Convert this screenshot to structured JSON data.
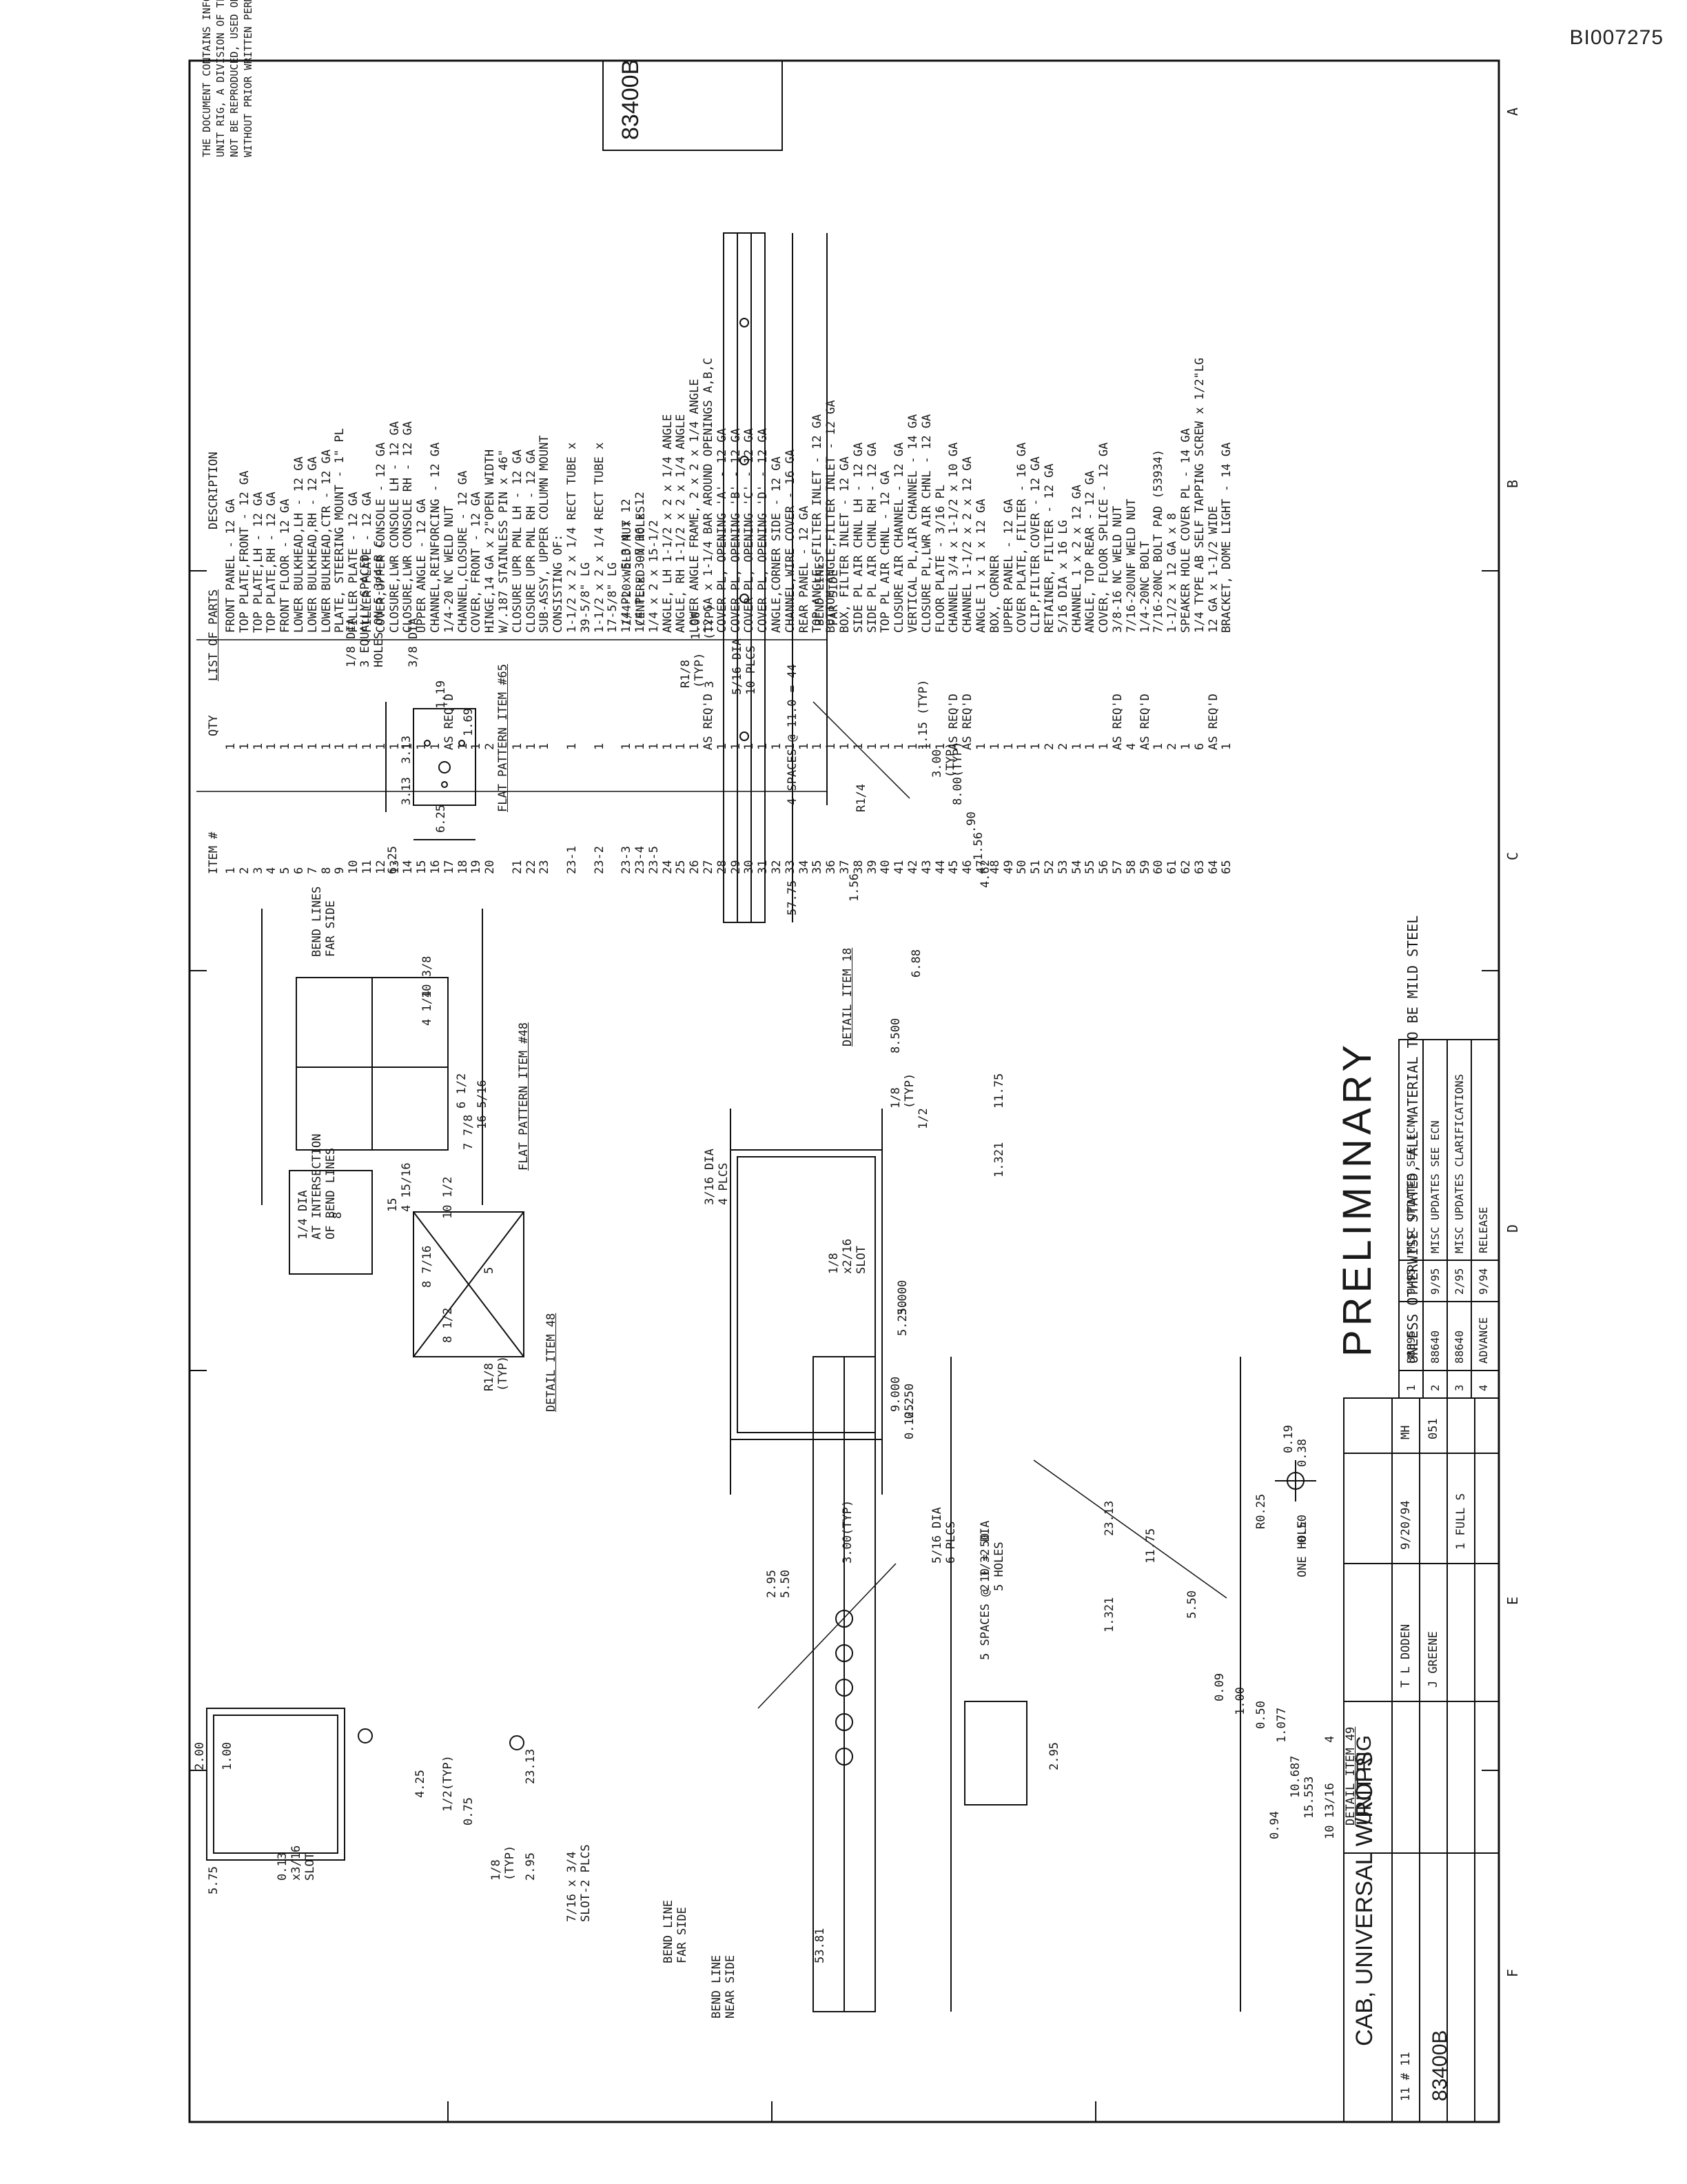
{
  "doc_id": "BI007275",
  "proprietary_notice": [
    "THE DOCUMENT CONTAINS INFORMATION PROPRIETARY TO",
    "UNIT RIG, A DIVISION OF TEREX CORPORATION. IT SHALL",
    "NOT BE REPRODUCED, USED OR DISCLOSED TO ANYONE",
    "WITHOUT PRIOR WRITTEN PERMISSION OF UNIT RIG"
  ],
  "drawing_number_box": "83400B",
  "parts_list": {
    "title": "LIST OF PARTS",
    "col_item": "ITEM #",
    "col_qty": "QTY",
    "col_desc": "DESCRIPTION",
    "rows": [
      [
        "1",
        "1",
        "FRONT PANEL - 12 GA"
      ],
      [
        "2",
        "1",
        "TOP PLATE,FRONT - 12 GA"
      ],
      [
        "3",
        "1",
        "TOP PLATE,LH - 12 GA"
      ],
      [
        "4",
        "1",
        "TOP PLATE,RH - 12 GA"
      ],
      [
        "5",
        "1",
        "FRONT FLOOR - 12 GA"
      ],
      [
        "6",
        "1",
        "LOWER BULKHEAD,LH - 12 GA"
      ],
      [
        "7",
        "1",
        "LOWER BULKHEAD,RH - 12 GA"
      ],
      [
        "8",
        "1",
        "LOWER BULKHEAD,CTR - 12 GA"
      ],
      [
        "9",
        "1",
        "PLATE, STEERING MOUNT - 1\" PL"
      ],
      [
        "10",
        "1",
        "FILLER PLATE - 12 GA"
      ],
      [
        "11",
        "1",
        "FILLER PLATE - 12 GA"
      ],
      [
        "12",
        "1",
        "COVER,UPPER CONSOLE - 12 GA"
      ],
      [
        "13",
        "1",
        "CLOSURE,LWR CONSOLE LH - 12 GA"
      ],
      [
        "14",
        "1",
        "CLOSURE,LWR CONSOLE RH - 12 GA"
      ],
      [
        "15",
        "1",
        "UPPER ANGLE - 12 GA"
      ],
      [
        "16",
        "1",
        "CHANNEL,REINFORCING - 12 GA"
      ],
      [
        "17",
        "AS REQ'D",
        "1/4-20 NC WELD NUT"
      ],
      [
        "18",
        "1",
        "CHANNEL,CLOSURE - 12 GA"
      ],
      [
        "19",
        "1",
        "COVER, FRONT - 12 GA"
      ],
      [
        "20",
        "2",
        "HINGE,14 GA x 2\"OPEN WIDTH"
      ],
      [
        "",
        "",
        "W/.187 STAINLESS PIN x 46\""
      ],
      [
        "21",
        "1",
        "CLOSURE UPR PNL LH - 12 GA"
      ],
      [
        "22",
        "1",
        "CLOSURE UPR PNL RH - 12 GA"
      ],
      [
        "23",
        "1",
        "SUB-ASSY, UPPER COLUMN MOUNT"
      ],
      [
        "",
        "",
        "CONSISTING OF:"
      ],
      [
        "23-1",
        "1",
        "1-1/2 x 2 x 1/4 RECT TUBE x"
      ],
      [
        "",
        "",
        "39-5/8\" LG"
      ],
      [
        "23-2",
        "1",
        "1-1/2 x 2 x 1/4 RECT TUBE x"
      ],
      [
        "",
        "",
        "17-5/8\" LG"
      ],
      [
        "23-3",
        "1",
        "1/4 PL x 5-3/4 x 12"
      ],
      [
        "23-4",
        "1",
        "1/4 PL x 3-7/16 x 12"
      ],
      [
        "23-5",
        "1",
        "1/4 x 2 x 15-1/2"
      ],
      [
        "24",
        "1",
        "ANGLE, LH 1-1/2 x 2 x 1/4 ANGLE"
      ],
      [
        "25",
        "1",
        "ANGLE, RH 1-1/2 x 2 x 1/4 ANGLE"
      ],
      [
        "26",
        "1",
        "LOWER ANGLE FRAME, 2 x 2 x 1/4 ANGLE"
      ],
      [
        "27",
        "AS REQ'D",
        "12 GA x 1-1/4 BAR AROUND OPENINGS A,B,C"
      ],
      [
        "28",
        "1",
        "COVER PL, OPENING 'A' - 12 GA"
      ],
      [
        "29",
        "1",
        "COVER PL, OPENING 'B' - 12 GA"
      ],
      [
        "30",
        "1",
        "COVER PL, OPENING 'C' - 12 GA"
      ],
      [
        "31",
        "1",
        "COVER PL, OPENING 'D' - 12 GA"
      ],
      [
        "32",
        "1",
        "ANGLE,CORNER SIDE - 12 GA"
      ],
      [
        "33",
        "1",
        "CHANNEL,WIRE COVER - 16 GA"
      ],
      [
        "34",
        "1",
        "REAR PANEL - 12 GA"
      ],
      [
        "35",
        "1",
        "TOP ANGLE, FILTER INLET - 12 GA"
      ],
      [
        "36",
        "1",
        "BOTTOM ANGLE,FILTER INLET - 12 GA"
      ],
      [
        "37",
        "1",
        "BOX, FILTER INLET - 12 GA"
      ],
      [
        "38",
        "1",
        "SIDE PL AIR CHNL LH - 12 GA"
      ],
      [
        "39",
        "1",
        "SIDE PL AIR CHNL RH - 12 GA"
      ],
      [
        "40",
        "1",
        "TOP PL AIR CHNL - 12 GA"
      ],
      [
        "41",
        "1",
        "CLOSURE AIR CHANNEL - 12 GA"
      ],
      [
        "42",
        "1",
        "VERTICAL PL,AIR CHANNEL - 14 GA"
      ],
      [
        "43",
        "1",
        "CLOSURE PL,LWR AIR CHNL - 12 GA"
      ],
      [
        "44",
        "1",
        "FLOOR PLATE - 3/16 PL"
      ],
      [
        "45",
        "AS REQ'D",
        "CHANNEL 3/4 x 1-1/2 x 10 GA"
      ],
      [
        "46",
        "AS REQ'D",
        "CHANNEL 1-1/2 x 2 x 12 GA"
      ],
      [
        "47",
        "1",
        "ANGLE 1 x 1 x 12 GA"
      ],
      [
        "48",
        "1",
        "BOX, CORNER"
      ],
      [
        "49",
        "1",
        "UPPER PANEL - 12 GA"
      ],
      [
        "50",
        "1",
        "COVER PLATE, FILTER - 16 GA"
      ],
      [
        "51",
        "1",
        "CLIP,FILTER COVER - 12 GA"
      ],
      [
        "52",
        "2",
        "RETAINER, FILTER - 12 GA"
      ],
      [
        "53",
        "2",
        "5/16 DIA x 16 LG"
      ],
      [
        "54",
        "1",
        "CHANNEL 1 x 2 x 12 GA"
      ],
      [
        "55",
        "1",
        "ANGLE, TOP REAR - 12 GA"
      ],
      [
        "56",
        "1",
        "COVER, FLOOR SPLICE - 12 GA"
      ],
      [
        "57",
        "AS REQ'D",
        "3/8-16 NC WELD NUT"
      ],
      [
        "58",
        "4",
        "7/16-20UNF WELD NUT"
      ],
      [
        "59",
        "AS REQ'D",
        "1/4-20NC BOLT"
      ],
      [
        "60",
        "1",
        "7/16-20NC BOLT PAD (53934)"
      ],
      [
        "61",
        "2",
        "1-1/2 x 12 GA x 8"
      ],
      [
        "62",
        "1",
        "SPEAKER HOLE COVER PL - 14 GA"
      ],
      [
        "63",
        "6",
        "1/4 TYPE AB SELF TAPPING SCREW x 1/2\"LG"
      ],
      [
        "64",
        "AS REQ'D",
        "12 GA x 1-1/2 WIDE"
      ],
      [
        "65",
        "1",
        "BRACKET, DOME LIGHT - 14 GA"
      ]
    ]
  },
  "preliminary_stamp": "PRELIMINARY",
  "general_note": "UNLESS OTHERWISE STATED, ALL MATERIAL TO BE MILD STEEL",
  "title_block": {
    "title": "CAB, UNIVERSAL W/ROPS",
    "company": "UNIT RIG",
    "drawn_by": "T L DODEN",
    "checked_by": "J GREENE",
    "date": "9/20/94",
    "drawing_no": "83400B",
    "sheet": "11 # 11",
    "scale": "1 FULL S",
    "release_code": "MH",
    "release_no": "051"
  },
  "revisions": [
    {
      "symbol": "1",
      "ecn": "88895",
      "date": "9/95",
      "desc": "MISC UPDATES SEE ECN"
    },
    {
      "symbol": "2",
      "ecn": "88640",
      "date": "9/95",
      "desc": "MISC UPDATES SEE ECN"
    },
    {
      "symbol": "3",
      "ecn": "88640",
      "date": "2/95",
      "desc": "MISC UPDATES CLARIFICATIONS"
    },
    {
      "symbol": "4",
      "ecn": "ADVANCE",
      "date": "9/94",
      "desc": "RELEASE"
    }
  ],
  "zone_letters": [
    "F",
    "E",
    "D",
    "C",
    "B",
    "A"
  ],
  "details": {
    "flat65": {
      "title": "FLAT PATTERN ITEM #65",
      "note1": "1/8 DIA",
      "note2": "3 EQUALLY SPACED",
      "note3": "HOLES ON 5-3/4 B C",
      "dia": "3/8 DIA",
      "d1": "1.19",
      "d2": "1.69",
      "d3": "6.25",
      "d4": "6.25",
      "d5": "3.13",
      "d6": "3.13"
    },
    "detail18": {
      "title": "DETAIL ITEM 18",
      "weld_nut": "1/4-20 WELD NUT",
      "weld_nut2": "CENTERED ON HOLES",
      "holes": "5/16 DIA",
      "holes2": "10 PLCS",
      "bend": "BEND LINES",
      "bend2": "FAR SIDE",
      "spacing": "4 SPACES @ 11.0 = 44",
      "overall": "57.75",
      "r1": "R1/8",
      "r1b": "(TYP)",
      "r2": "R1/4",
      "d1": "1.00",
      "d1b": "(TYP)",
      "d2": "1.15 (TYP)",
      "d3": "3.00",
      "d3b": "(TYP)",
      "d4": "8.00(TYP)",
      "d5": ".90",
      "d6": "1.56",
      "d7": "4.62",
      "d8": "1.56",
      "d9": "6.88",
      "d10": "3"
    },
    "flat48": {
      "title": "FLAT PATTERN ITEM #48",
      "bend": "BEND LINES",
      "bend2": "FAR SIDE",
      "hole1": "1/4 DIA",
      "hole2": "AT INTERSECTION",
      "hole3": "OF BEND LINES",
      "d1": "10 3/8",
      "d2": "4 1/4",
      "d3": "6 1/2",
      "d4": "16 5/16",
      "d5": "7 7/8",
      "d6": "4 15/16",
      "d7": "15"
    },
    "detail48": {
      "title": "DETAIL ITEM 48",
      "d1": "8",
      "d2": "10 1/2",
      "d3": "5",
      "d4": "8 7/16",
      "d5": "8 1/2",
      "r": "R1/8",
      "rb": "(TYP)",
      "d6": "8"
    },
    "slot": {
      "holes": "3/16 DIA",
      "holes2": "4 PLCS",
      "slot": "1/8",
      "slot2": "x2/16",
      "slot3": "SLOT",
      "d1": "8.500",
      "d2": "1/8",
      "d2b": "(TYP)",
      "d3": "1/2",
      "d4": "11.75",
      "d5": "1.321",
      "d6": "9.000",
      "d7": "3.000",
      "d8": "5.250",
      "d9": "0.250",
      "d10": "0.125"
    },
    "onehole": {
      "d1": "0.19",
      "d2": "0.38",
      "r": "R0.25",
      "d3": "0.50",
      "label": "ONE HOLE"
    },
    "detail49": {
      "title": "DETAIL ITEM 49",
      "d1": "1.00",
      "d2": "2.00",
      "d3": "4.25",
      "d4": "0.75",
      "d5": "1/2(TYP)",
      "d6": "23.13",
      "d7": "2.95",
      "d8": "5.75",
      "d9": "0.13",
      "d9b": "x3/16",
      "d9c": "SLOT",
      "d10": "1/8",
      "d10b": "(TYP)",
      "d11": "7/16 x 3/4",
      "d11b": "SLOT-2 PLCS",
      "bend_far": "BEND LINE",
      "bend_far2": "FAR SIDE",
      "bend_near": "BEND LINE",
      "bend_near2": "NEAR SIDE",
      "d12": "2.95",
      "d13": "5.50",
      "d14": "3.00(TYP)",
      "d15": "5/16 DIA",
      "d15b": "6 PLCS",
      "d16": "2 1/32 DIA",
      "d16b": "5 HOLES",
      "d17": "5 SPACES @ 10 = 50",
      "d18": "23.13",
      "d19": "1.321",
      "d20": "11.75",
      "d21": "5.50",
      "d22": "0.09",
      "d23": "1.00",
      "d24": "0.50",
      "d25": "1.077",
      "d26": "2.95",
      "d27": "53.81",
      "d28": "0.94",
      "d29": "10.687",
      "d30": "15.553",
      "d31": "10 13/16",
      "d32": "4"
    }
  }
}
